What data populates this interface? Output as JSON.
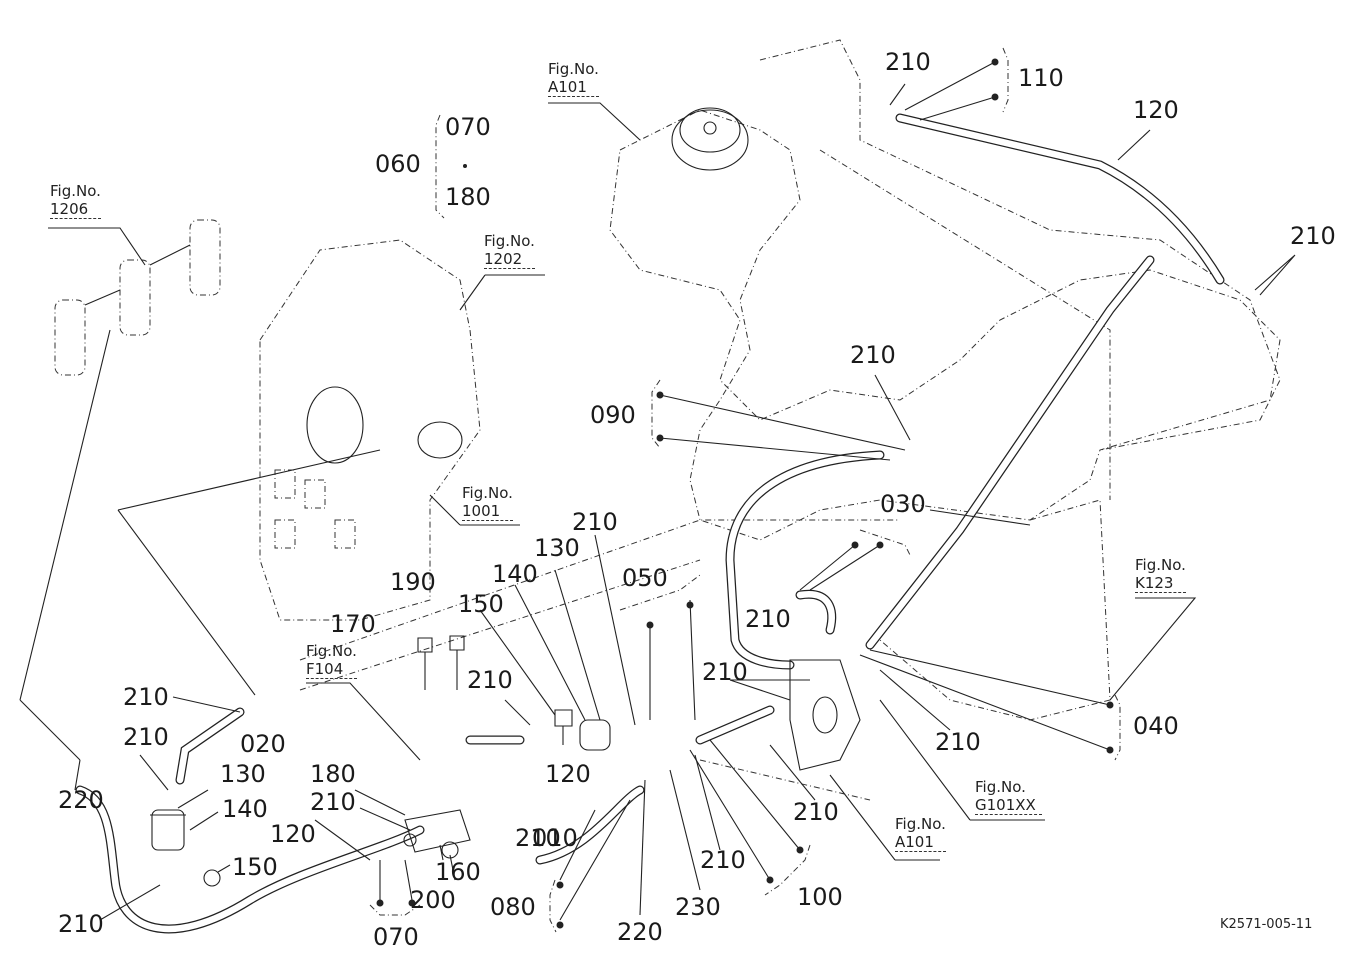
{
  "diagram": {
    "title": "Fuel line parts diagram",
    "drawing_code": "K2571-005-11",
    "figure_refs": [
      {
        "label": "Fig.No.",
        "number": "A101",
        "position": "top-center"
      },
      {
        "label": "Fig.No.",
        "number": "1206",
        "position": "top-left"
      },
      {
        "label": "Fig.No.",
        "number": "1202",
        "position": "upper-left"
      },
      {
        "label": "Fig.No.",
        "number": "1001",
        "position": "middle-left"
      },
      {
        "label": "Fig.No.",
        "number": "F104",
        "position": "lower-left"
      },
      {
        "label": "Fig.No.",
        "number": "K123",
        "position": "right"
      },
      {
        "label": "Fig.No.",
        "number": "G101XX",
        "position": "lower-right"
      },
      {
        "label": "Fig.No.",
        "number": "A101",
        "position": "lower-center"
      }
    ],
    "part_callouts": [
      "010",
      "020",
      "030",
      "040",
      "050",
      "060",
      "070",
      "080",
      "090",
      "100",
      "110",
      "120",
      "130",
      "140",
      "150",
      "160",
      "170",
      "180",
      "190",
      "200",
      "210",
      "220",
      "230"
    ],
    "group_060": {
      "label": "060",
      "members": [
        "070",
        "180"
      ]
    },
    "labels": {
      "l110": "110",
      "l120a": "120",
      "l210a": "210",
      "l210b": "210",
      "l090": "090",
      "l210c": "210",
      "l030": "030",
      "l210d": "210",
      "l210e": "210",
      "l210f": "210",
      "l040": "040",
      "l210g": "210",
      "l210h": "210",
      "l100": "100",
      "l230": "230",
      "l220a": "220",
      "l080": "080",
      "l010": "010",
      "l210i": "210",
      "l120b": "120",
      "l050": "050",
      "l210j": "210",
      "l130a": "130",
      "l140a": "140",
      "l150a": "150",
      "l210k": "210",
      "l190": "190",
      "l170": "170",
      "l210l": "210",
      "l020": "020",
      "l210m": "210",
      "l130b": "130",
      "l140b": "140",
      "l150b": "150",
      "l220b": "220",
      "l210n": "210",
      "l180": "180",
      "l210o": "210",
      "l120c": "120",
      "l160": "160",
      "l200": "200",
      "l070": "070",
      "l060": "060",
      "l070g": "070",
      "l180g": "180"
    }
  }
}
